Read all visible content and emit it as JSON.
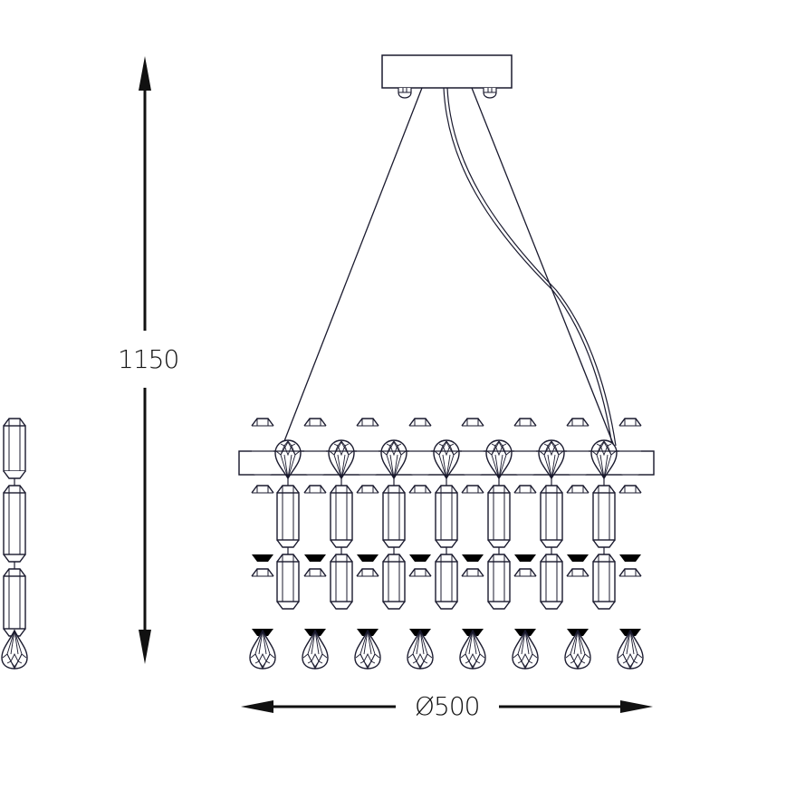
{
  "drawing": {
    "type": "technical-drawing",
    "subject": "crystal pendant chandelier",
    "line_color": "#1a1a2e",
    "background": "#ffffff"
  },
  "dimensions": {
    "height": {
      "label": "1150",
      "orientation": "vertical"
    },
    "width": {
      "label": "Ø500",
      "orientation": "horizontal"
    }
  },
  "components": {
    "canopy": "ceiling-canopy",
    "frame": "rectangular-frame-bar",
    "long_strands": 8,
    "short_strands": 7
  }
}
